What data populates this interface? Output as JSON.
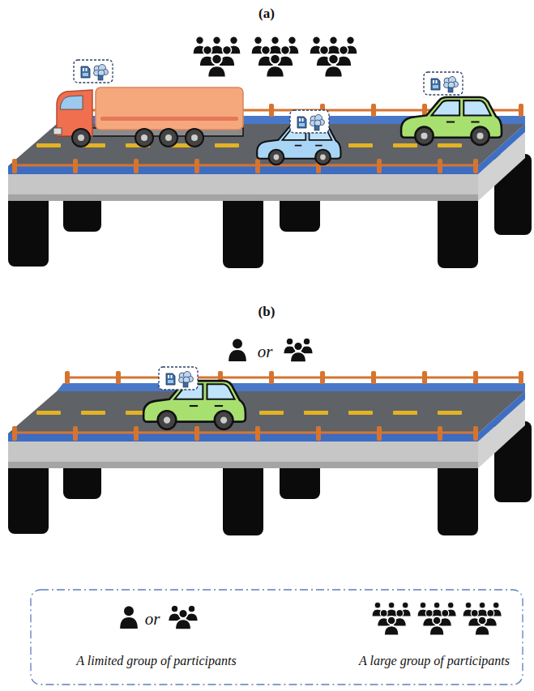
{
  "diagram": {
    "labels": [
      "(a)",
      "(b)",
      "or",
      "or"
    ],
    "legend": [
      {
        "text": "A limited group of participants"
      },
      {
        "text": "A large group of participants"
      }
    ]
  }
}
